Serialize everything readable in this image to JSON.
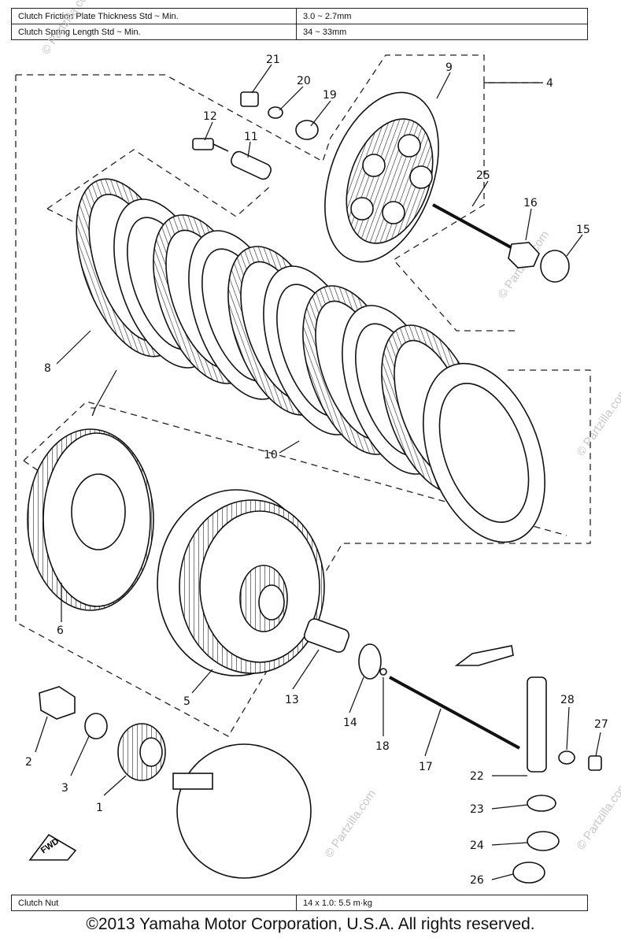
{
  "spec_table": [
    {
      "label": "Clutch Friction Plate Thickness Std ~ Min.",
      "value": "3.0 ~ 2.7mm"
    },
    {
      "label": "Clutch Spring Length Std ~ Min.",
      "value": "34 ~ 33mm"
    }
  ],
  "bottom_table": {
    "label": "Clutch Nut",
    "value": "14 x 1.0: 5.5 m·kg"
  },
  "callouts": {
    "c1": "1",
    "c2": "2",
    "c3": "3",
    "c4": "4",
    "c5": "5",
    "c6": "6",
    "c7": "7",
    "c8": "8",
    "c9": "9",
    "c10": "10",
    "c11": "11",
    "c12": "12",
    "c13": "13",
    "c14": "14",
    "c15": "15",
    "c16": "16",
    "c17": "17",
    "c18": "18",
    "c19": "19",
    "c20": "20",
    "c21": "21",
    "c22": "22",
    "c23": "23",
    "c24": "24",
    "c25": "25",
    "c26": "26",
    "c27": "27",
    "c28": "28"
  },
  "fwd_label": "FWD",
  "watermark": "© Partzilla.com",
  "copyright": "©2013  Yamaha Motor Corporation, U.S.A. All rights reserved."
}
